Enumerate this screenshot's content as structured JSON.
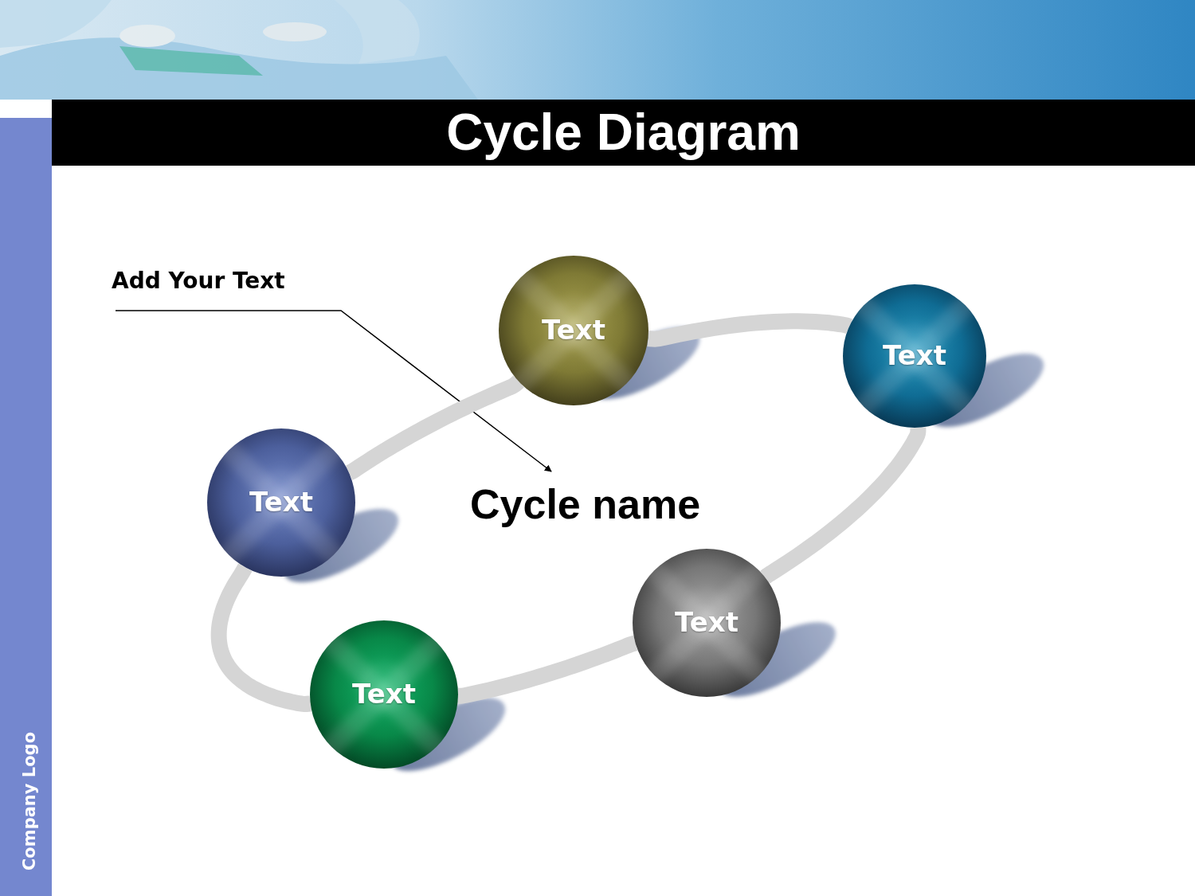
{
  "diagram": {
    "title": "Cycle Diagram",
    "nodes": [
      {
        "text": [
          "Text"
        ]
      },
      {
        "text": [
          "Text"
        ]
      },
      {
        "text": [
          "Text"
        ]
      },
      {
        "text": [
          "Text"
        ]
      },
      {
        "text": [
          "Text"
        ]
      }
    ],
    "edges": [
      {
        "from": 0,
        "to": 1,
        "arrow": "none"
      },
      {
        "from": 1,
        "to": 3,
        "arrow": "none"
      },
      {
        "from": 3,
        "to": 4,
        "arrow": "none"
      },
      {
        "from": 4,
        "to": 2,
        "arrow": "none"
      },
      {
        "from": 2,
        "to": 0,
        "arrow": "none"
      }
    ],
    "labels": [
      "Add Your Text",
      "Cycle name",
      "Company Logo"
    ]
  }
}
